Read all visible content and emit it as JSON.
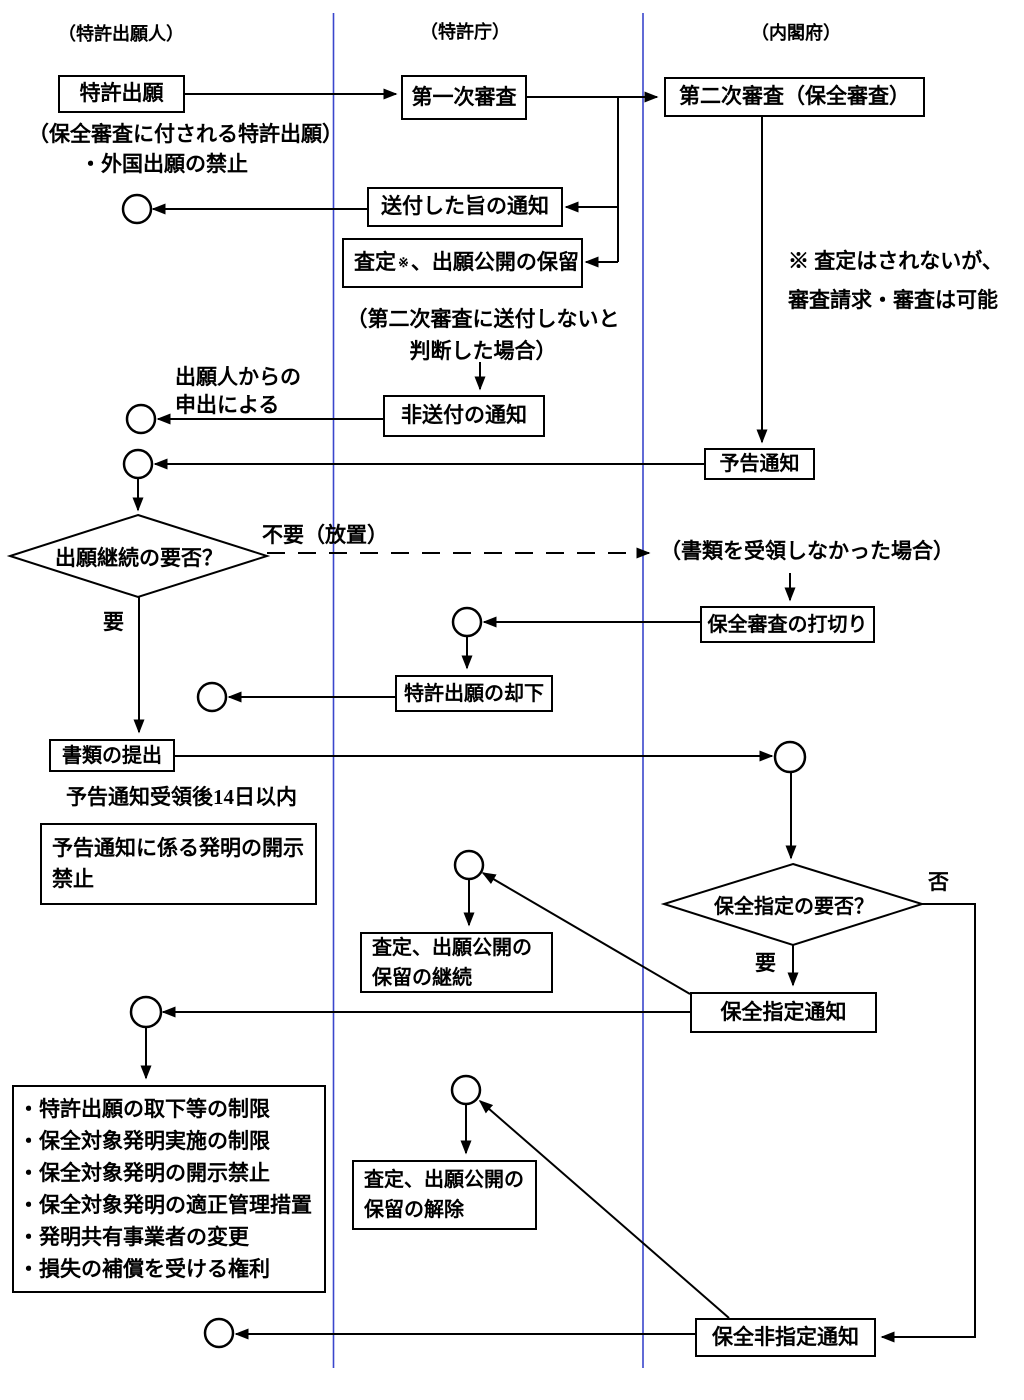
{
  "columns": {
    "applicant": "（特許出願人）",
    "jpo": "（特許庁）",
    "cao": "（内閣府）"
  },
  "boxes": {
    "patent_application": "特許出願",
    "first_examination": "第一次審査",
    "second_examination": "第二次審査（保全審査）",
    "sent_notice": "送付した旨の通知",
    "ruling_hold": {
      "pre": "査定",
      "sup": "※",
      "post": "、出願公開の保留"
    },
    "non_sending_notice": "非送付の通知",
    "advance_notice": "予告通知",
    "security_exam_discontinued": "保全審査の打切り",
    "application_dismissed": "特許出願の却下",
    "document_submission": "書類の提出",
    "disclosure_prohibition": {
      "line1": "予告通知に係る発明の開示",
      "line2": "禁止"
    },
    "hold_continuation": {
      "line1": "査定、出願公開の",
      "line2": "保留の継続"
    },
    "designation_notice": "保全指定通知",
    "restrictions": {
      "items": [
        "・特許出願の取下等の制限",
        "・保全対象発明実施の制限",
        "・保全対象発明の開示禁止",
        "・保全対象発明の適正管理措置",
        "・発明共有事業者の変更",
        "・損失の補償を受ける権利"
      ]
    },
    "hold_release": {
      "line1": "査定、出願公開の",
      "line2": "保留の解除"
    },
    "non_designation_notice": "保全非指定通知"
  },
  "decisions": {
    "application_continuation": "出願継続の要否？",
    "security_designation": "保全指定の要否？"
  },
  "labels": {
    "security_exam_subject": "（保全審査に付される特許出願）",
    "foreign_filing_ban": "・外国出願の禁止",
    "note_line1": "※ 査定はされないが、",
    "note_line2": "審査請求・審査は可能",
    "not_sent_line1": "（第二次審査に送付しないと",
    "not_sent_line2": "判断した場合）",
    "applicant_offer_line1": "出願人からの",
    "applicant_offer_line2": "申出による",
    "unnecessary_neglect": "不要（放置）",
    "documents_not_received": "（書類を受領しなかった場合）",
    "continuation_yes": "要",
    "submission_deadline": "予告通知受領後14日以内",
    "designation_no": "否",
    "designation_yes": "要"
  },
  "colors": {
    "line": "#000000",
    "column_separator": "#3a46cc",
    "background": "#ffffff"
  }
}
